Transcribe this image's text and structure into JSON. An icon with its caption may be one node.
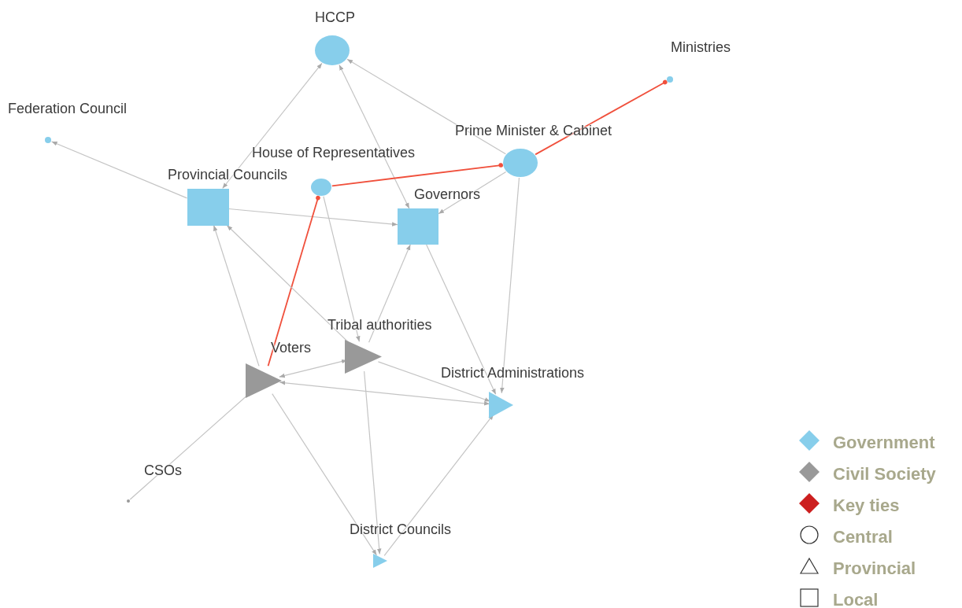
{
  "diagram": {
    "nodes": [
      {
        "text": [
          "HCCP"
        ]
      },
      {
        "text": [
          "Ministries"
        ]
      },
      {
        "text": [
          "Federation Council"
        ]
      },
      {
        "text": [
          "Prime Minister & Cabinet"
        ]
      },
      {
        "text": [
          "House of Representatives"
        ]
      },
      {
        "text": [
          "Provincial Councils"
        ]
      },
      {
        "text": [
          "Governors"
        ]
      },
      {
        "text": [
          "Tribal authorities"
        ]
      },
      {
        "text": [
          "Voters"
        ]
      },
      {
        "text": [
          "District Administrations"
        ]
      },
      {
        "text": [
          "CSOs"
        ]
      },
      {
        "text": [
          "District Councils"
        ]
      }
    ],
    "edges": [
      {
        "from": 5,
        "to": 0,
        "arrow": "both"
      },
      {
        "from": 0,
        "to": 6,
        "arrow": "both"
      },
      {
        "from": 3,
        "to": 0,
        "arrow": "to"
      },
      {
        "from": 5,
        "to": 2,
        "arrow": "to"
      },
      {
        "from": 5,
        "to": 6,
        "arrow": "to"
      },
      {
        "from": 3,
        "to": 6,
        "arrow": "to"
      },
      {
        "from": 8,
        "to": 4,
        "arrow": "other",
        "color": "#f0503c"
      },
      {
        "from": 4,
        "to": 3,
        "arrow": "other",
        "color": "#f0503c"
      },
      {
        "from": 3,
        "to": 1,
        "arrow": "other",
        "color": "#f0503c"
      },
      {
        "from": 3,
        "to": 9,
        "arrow": "to"
      },
      {
        "from": 6,
        "to": 9,
        "arrow": "to"
      },
      {
        "from": 4,
        "to": 7,
        "arrow": "to"
      },
      {
        "from": 7,
        "to": 6,
        "arrow": "to"
      },
      {
        "from": 8,
        "to": 5,
        "arrow": "to"
      },
      {
        "from": 7,
        "to": 5,
        "arrow": "to"
      },
      {
        "from": 8,
        "to": 7,
        "arrow": "both"
      },
      {
        "from": 8,
        "to": 9,
        "arrow": "both"
      },
      {
        "from": 7,
        "to": 9,
        "arrow": "to"
      },
      {
        "from": 10,
        "to": 8,
        "arrow": "to"
      },
      {
        "from": 8,
        "to": 11,
        "arrow": "to"
      },
      {
        "from": 7,
        "to": 11,
        "arrow": "to"
      },
      {
        "from": 11,
        "to": 9,
        "arrow": "to"
      }
    ],
    "legend": [
      {
        "text": "Government",
        "color": "#87ceeb"
      },
      {
        "text": "Civil Society",
        "color": "#999999"
      },
      {
        "text": "Key ties",
        "color": "#cc1f1f"
      },
      {
        "text": "Central"
      },
      {
        "text": "Provincial"
      },
      {
        "text": "Local"
      }
    ]
  }
}
